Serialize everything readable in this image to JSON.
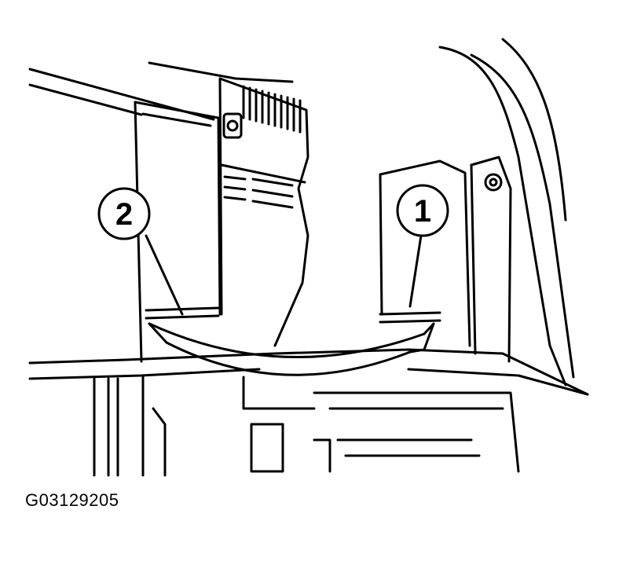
{
  "callouts": [
    {
      "id": "1",
      "label": "1"
    },
    {
      "id": "2",
      "label": "2"
    }
  ],
  "figure_code": "G03129205",
  "colors": {
    "ink": "#000000",
    "paper": "#ffffff"
  }
}
